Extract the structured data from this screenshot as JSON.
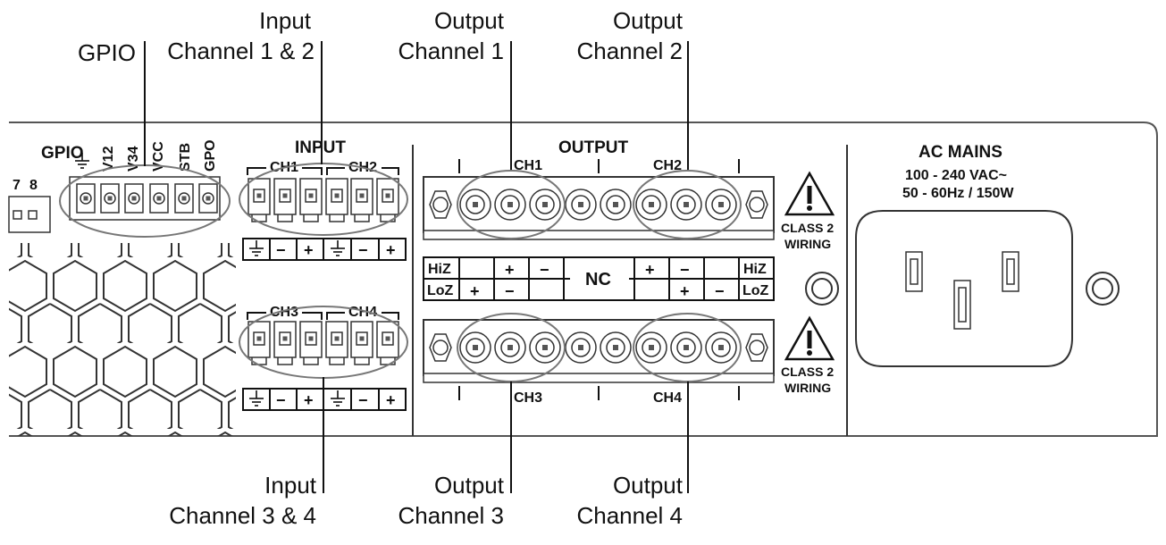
{
  "callouts": {
    "gpio": "GPIO",
    "input_12_line1": "Input",
    "input_12_line2": "Channel 1 & 2",
    "out1_line1": "Output",
    "out1_line2": "Channel 1",
    "out2_line1": "Output",
    "out2_line2": "Channel 2",
    "input_34_line1": "Input",
    "input_34_line2": "Channel 3 & 4",
    "out3_line1": "Output",
    "out3_line2": "Channel 3",
    "out4_line1": "Output",
    "out4_line2": "Channel 4"
  },
  "panel": {
    "gpio_title": "GPIO",
    "gpio_pins": [
      "V12",
      "V34",
      "VCC",
      "STB",
      "GPO"
    ],
    "left_port_numbers": [
      "7",
      "8"
    ],
    "input_title": "INPUT",
    "input_ch1": "CH1",
    "input_ch2": "CH2",
    "input_ch3": "CH3",
    "input_ch4": "CH4",
    "minus": "−",
    "plus": "+",
    "output_title": "OUTPUT",
    "out_ch1": "CH1",
    "out_ch2": "CH2",
    "out_ch3": "CH3",
    "out_ch4": "CH4",
    "hiz": "HiZ",
    "loz": "LoZ",
    "nc": "NC",
    "class2_line1": "CLASS 2",
    "class2_line2": "WIRING",
    "ac_title": "AC MAINS",
    "ac_voltage": "100 - 240 VAC~",
    "ac_freq": "50 - 60Hz / 150W"
  }
}
